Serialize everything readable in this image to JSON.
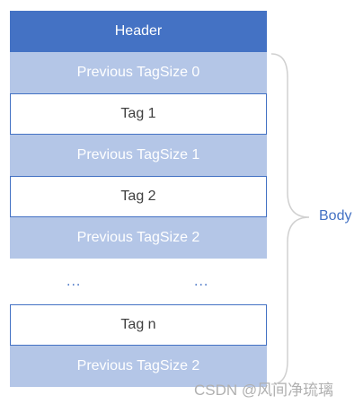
{
  "diagram": {
    "header": "Header",
    "blocks": [
      {
        "kind": "size",
        "label": "Previous TagSize 0"
      },
      {
        "kind": "tag",
        "label": "Tag 1"
      },
      {
        "kind": "size",
        "label": "Previous TagSize 1"
      },
      {
        "kind": "tag",
        "label": "Tag 2"
      },
      {
        "kind": "size",
        "label": "Previous TagSize 2"
      },
      {
        "kind": "tag",
        "label": "Tag n"
      },
      {
        "kind": "size",
        "label": "Previous TagSize 2"
      }
    ],
    "ellipsis_left": "...",
    "ellipsis_right": "...",
    "body_label": "Body"
  },
  "colors": {
    "header_fill": "#4472c4",
    "size_fill": "#b4c6e7",
    "tag_border": "#4472c4",
    "brace_stroke": "#d0d0d0",
    "label_text": "#4472c4"
  },
  "watermark": "CSDN @风间净琉璃"
}
